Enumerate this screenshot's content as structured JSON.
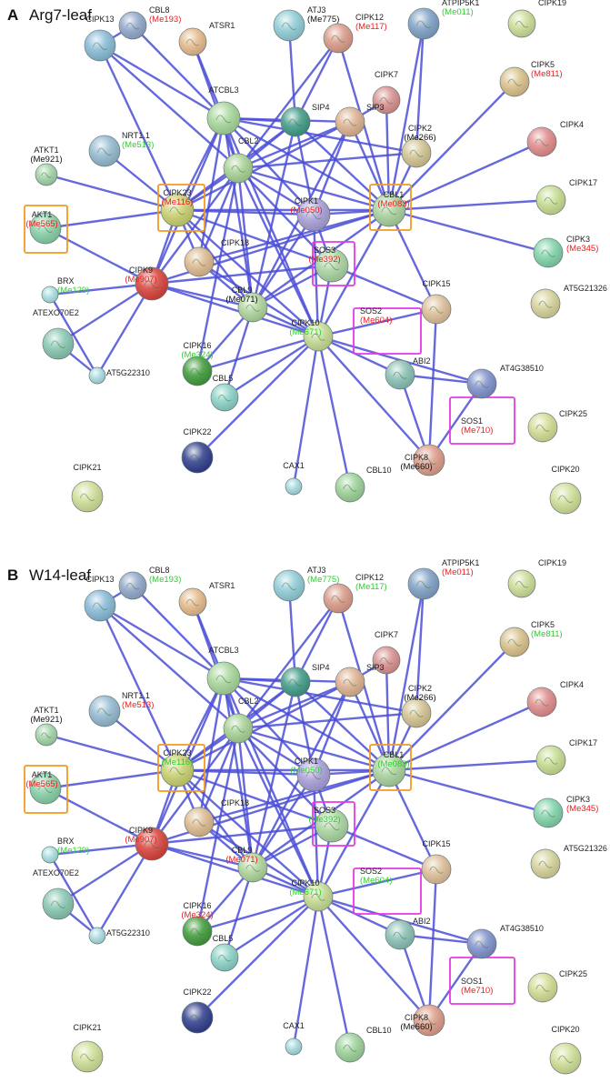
{
  "colors": {
    "edge": "#4b4fd6",
    "label": "#222222",
    "me_red": "#ee1c1c",
    "me_green": "#2bd12b",
    "me_black": "#111111",
    "box_orange": "#f39a1e",
    "box_magenta": "#e838e8"
  },
  "panels": [
    {
      "id": "A",
      "letter": "A",
      "title": "Arg7-leaf",
      "me": {
        "CBL8": "red",
        "ATJ3": "black",
        "CIPK12": "red",
        "ATPIP5K1": "green",
        "CIPK5": "red",
        "NRT1.1": "green",
        "CIPK2": "black",
        "ATKT1": "black",
        "CIPK23": "red",
        "CIPK1": "red",
        "CBL1": "red",
        "CIPK3": "red",
        "AKT1": "red",
        "SOS3": "red",
        "CIPK9": "red",
        "BRX": "green",
        "CBL9": "black",
        "SOS2": "red",
        "CIPK10": "green",
        "CIPK16": "green",
        "SOS1": "red",
        "CIPK8": "black"
      }
    },
    {
      "id": "B",
      "letter": "B",
      "title": "W14-leaf",
      "me": {
        "CBL8": "green",
        "ATJ3": "green",
        "CIPK12": "green",
        "ATPIP5K1": "red",
        "CIPK5": "green",
        "NRT1.1": "red",
        "CIPK2": "black",
        "ATKT1": "black",
        "CIPK23": "green",
        "CIPK1": "green",
        "CBL1": "green",
        "CIPK3": "red",
        "AKT1": "red",
        "SOS3": "green",
        "CIPK9": "red",
        "BRX": "green",
        "CBL9": "red",
        "SOS2": "green",
        "CIPK10": "green",
        "CIPK16": "red",
        "SOS1": "red",
        "CIPK8": "black"
      }
    }
  ],
  "nodes": [
    {
      "id": "CBL8",
      "label": "CBL8",
      "me_code": "Me193",
      "color": "#8fa6c9"
    },
    {
      "id": "CIPK13",
      "label": "CIPK13",
      "me_code": "",
      "color": "#86b9d6"
    },
    {
      "id": "ATSR1",
      "label": "ATSR1",
      "me_code": "",
      "color": "#e4b98a"
    },
    {
      "id": "ATJ3",
      "label": "ATJ3",
      "me_code": "Me775",
      "color": "#8fcbd6"
    },
    {
      "id": "CIPK12",
      "label": "CIPK12",
      "me_code": "Me117",
      "color": "#d99a88"
    },
    {
      "id": "ATPIP5K1",
      "label": "ATPIP5K1",
      "me_code": "Me011",
      "color": "#7ea0c6"
    },
    {
      "id": "CIPK19",
      "label": "CIPK19",
      "me_code": "",
      "color": "#cbdc96"
    },
    {
      "id": "CIPK5",
      "label": "CIPK5",
      "me_code": "Me811",
      "color": "#d9c08a"
    },
    {
      "id": "CIPK7",
      "label": "CIPK7",
      "me_code": "",
      "color": "#d88f8f"
    },
    {
      "id": "ATCBL3",
      "label": "ATCBL3",
      "me_code": "",
      "color": "#a6d69a"
    },
    {
      "id": "SIP4",
      "label": "SIP4",
      "me_code": "",
      "color": "#3f9a86"
    },
    {
      "id": "SIP3",
      "label": "SIP3",
      "me_code": "",
      "color": "#dcb08f"
    },
    {
      "id": "NRT1.1",
      "label": "NRT1.1",
      "me_code": "Me513",
      "color": "#93b9cf"
    },
    {
      "id": "CIPK2",
      "label": "CIPK2",
      "me_code": "Me266",
      "color": "#d2c291"
    },
    {
      "id": "CIPK4",
      "label": "CIPK4",
      "me_code": "",
      "color": "#e08a8a"
    },
    {
      "id": "ATKT1",
      "label": "ATKT1",
      "me_code": "Me921",
      "color": "#9fd3a6"
    },
    {
      "id": "CBL2",
      "label": "CBL2",
      "me_code": "",
      "color": "#a6d193"
    },
    {
      "id": "CIPK17",
      "label": "CIPK17",
      "me_code": "",
      "color": "#c6dc8f"
    },
    {
      "id": "CIPK23",
      "label": "CIPK23",
      "me_code": "Me116",
      "color": "#c9cf6f"
    },
    {
      "id": "CIPK1",
      "label": "CIPK1",
      "me_code": "Me050",
      "color": "#a89ed8"
    },
    {
      "id": "CBL1",
      "label": "CBL1",
      "me_code": "Me083",
      "color": "#a8d29c"
    },
    {
      "id": "AKT1",
      "label": "AKT1",
      "me_code": "Me565",
      "color": "#86cfa6"
    },
    {
      "id": "CIPK3",
      "label": "CIPK3",
      "me_code": "Me345",
      "color": "#7fd2a8"
    },
    {
      "id": "CIPK18",
      "label": "CIPK18",
      "me_code": "",
      "color": "#dcb98f"
    },
    {
      "id": "SOS3",
      "label": "SOS3",
      "me_code": "Me392",
      "color": "#a9d4a0"
    },
    {
      "id": "AT5G21326",
      "label": "AT5G21326",
      "me_code": "",
      "color": "#d5d19a"
    },
    {
      "id": "CIPK9",
      "label": "CIPK9",
      "me_code": "Me907",
      "color": "#d8413a"
    },
    {
      "id": "BRX",
      "label": "BRX",
      "me_code": "Me129",
      "color": "#a8dde0"
    },
    {
      "id": "CBL9",
      "label": "CBL9",
      "me_code": "Me071",
      "color": "#aed49b"
    },
    {
      "id": "CIPK15",
      "label": "CIPK15",
      "me_code": "",
      "color": "#ddbe98"
    },
    {
      "id": "ATEXO70E2",
      "label": "ATEXO70E2",
      "me_code": "",
      "color": "#86c5b0"
    },
    {
      "id": "SOS2",
      "label": "SOS2",
      "me_code": "Me604",
      "color": "#ffffff"
    },
    {
      "id": "CIPK10",
      "label": "CIPK10",
      "me_code": "Me671",
      "color": "#c3da93"
    },
    {
      "id": "ABI2",
      "label": "ABI2",
      "me_code": "",
      "color": "#88bfb3"
    },
    {
      "id": "CIPK16",
      "label": "CIPK16",
      "me_code": "Me324",
      "color": "#3f9a3a"
    },
    {
      "id": "AT5G22310",
      "label": "AT5G22310",
      "me_code": "",
      "color": "#a8dbe0"
    },
    {
      "id": "CBL5",
      "label": "CBL5",
      "me_code": "",
      "color": "#8ad1c6"
    },
    {
      "id": "AT4G38510",
      "label": "AT4G38510",
      "me_code": "",
      "color": "#7e8fca"
    },
    {
      "id": "SOS1",
      "label": "SOS1",
      "me_code": "Me710",
      "color": "#ffffff"
    },
    {
      "id": "CIPK8",
      "label": "CIPK8",
      "me_code": "Me660",
      "color": "#dd9b88"
    },
    {
      "id": "CIPK25",
      "label": "CIPK25",
      "me_code": "",
      "color": "#d4db93"
    },
    {
      "id": "CIPK22",
      "label": "CIPK22",
      "me_code": "",
      "color": "#2f3d8c"
    },
    {
      "id": "CAX1",
      "label": "CAX1",
      "me_code": "",
      "color": "#a5d9de"
    },
    {
      "id": "CBL10",
      "label": "CBL10",
      "me_code": "",
      "color": "#9bd198"
    },
    {
      "id": "CIPK21",
      "label": "CIPK21",
      "me_code": "",
      "color": "#cede96"
    },
    {
      "id": "CIPK20",
      "label": "CIPK20",
      "me_code": "",
      "color": "#cede96"
    }
  ],
  "edges": [
    [
      "CBL8",
      "CIPK13"
    ],
    [
      "CBL8",
      "ATCBL3"
    ],
    [
      "CIPK13",
      "ATCBL3"
    ],
    [
      "CIPK13",
      "CBL2"
    ],
    [
      "CIPK13",
      "CIPK23"
    ],
    [
      "ATSR1",
      "ATCBL3"
    ],
    [
      "ATSR1",
      "CBL2"
    ],
    [
      "ATJ3",
      "SIP4"
    ],
    [
      "CIPK12",
      "SIP4"
    ],
    [
      "CIPK12",
      "CBL2"
    ],
    [
      "CIPK12",
      "CBL1"
    ],
    [
      "ATPIP5K1",
      "CBL1"
    ],
    [
      "ATPIP5K1",
      "CIPK2"
    ],
    [
      "CIPK7",
      "CBL1"
    ],
    [
      "CIPK7",
      "SIP3"
    ],
    [
      "CIPK5",
      "CBL1"
    ],
    [
      "ATCBL3",
      "SIP4"
    ],
    [
      "ATCBL3",
      "SIP3"
    ],
    [
      "ATCBL3",
      "CBL2"
    ],
    [
      "ATCBL3",
      "CIPK23"
    ],
    [
      "ATCBL3",
      "CIPK1"
    ],
    [
      "ATCBL3",
      "CBL1"
    ],
    [
      "ATCBL3",
      "CIPK18"
    ],
    [
      "ATCBL3",
      "CBL9"
    ],
    [
      "ATCBL3",
      "CIPK10"
    ],
    [
      "ATCBL3",
      "CIPK9"
    ],
    [
      "ATCBL3",
      "CIPK2"
    ],
    [
      "SIP4",
      "CBL2"
    ],
    [
      "SIP4",
      "CBL1"
    ],
    [
      "SIP4",
      "CIPK1"
    ],
    [
      "SIP4",
      "CBL9"
    ],
    [
      "SIP4",
      "CIPK23"
    ],
    [
      "SIP3",
      "CBL2"
    ],
    [
      "SIP3",
      "CBL1"
    ],
    [
      "SIP3",
      "CBL9"
    ],
    [
      "SIP3",
      "CIPK23"
    ],
    [
      "SIP3",
      "CIPK1"
    ],
    [
      "NRT1.1",
      "CIPK23"
    ],
    [
      "CIPK2",
      "CBL1"
    ],
    [
      "CIPK2",
      "CBL2"
    ],
    [
      "CIPK4",
      "CBL1"
    ],
    [
      "ATKT1",
      "CIPK23"
    ],
    [
      "CBL2",
      "CIPK23"
    ],
    [
      "CBL2",
      "CIPK1"
    ],
    [
      "CBL2",
      "CBL1"
    ],
    [
      "CBL2",
      "CIPK18"
    ],
    [
      "CBL2",
      "CBL9"
    ],
    [
      "CBL2",
      "CIPK10"
    ],
    [
      "CBL2",
      "CIPK16"
    ],
    [
      "CBL2",
      "CIPK9"
    ],
    [
      "CBL2",
      "SOS3"
    ],
    [
      "CIPK17",
      "CBL1"
    ],
    [
      "CIPK3",
      "CBL1"
    ],
    [
      "CIPK23",
      "CIPK1"
    ],
    [
      "CIPK23",
      "CBL1"
    ],
    [
      "CIPK23",
      "AKT1"
    ],
    [
      "CIPK23",
      "CIPK18"
    ],
    [
      "CIPK23",
      "CBL9"
    ],
    [
      "CIPK23",
      "CIPK10"
    ],
    [
      "CIPK23",
      "CIPK9"
    ],
    [
      "CIPK23",
      "SOS3"
    ],
    [
      "CIPK1",
      "CBL1"
    ],
    [
      "CIPK1",
      "CBL9"
    ],
    [
      "CIPK1",
      "CIPK10"
    ],
    [
      "CIPK1",
      "SOS3"
    ],
    [
      "CBL1",
      "CBL9"
    ],
    [
      "CBL1",
      "CIPK10"
    ],
    [
      "CBL1",
      "SOS2"
    ],
    [
      "CBL1",
      "CIPK15"
    ],
    [
      "CBL1",
      "CIPK9"
    ],
    [
      "CBL1",
      "CIPK18"
    ],
    [
      "AKT1",
      "CIPK9"
    ],
    [
      "CIPK18",
      "CBL9"
    ],
    [
      "CIPK18",
      "CIPK10"
    ],
    [
      "SOS3",
      "CIPK10"
    ],
    [
      "SOS3",
      "CBL9"
    ],
    [
      "SOS3",
      "CIPK9"
    ],
    [
      "SOS3",
      "CIPK15"
    ],
    [
      "SOS3",
      "SOS2"
    ],
    [
      "CIPK9",
      "BRX"
    ],
    [
      "CIPK9",
      "ATEXO70E2"
    ],
    [
      "CIPK9",
      "AT5G22310"
    ],
    [
      "CIPK9",
      "CBL9"
    ],
    [
      "CIPK9",
      "CIPK10"
    ],
    [
      "ATEXO70E2",
      "AT5G22310"
    ],
    [
      "BRX",
      "AT5G22310"
    ],
    [
      "CBL9",
      "CIPK10"
    ],
    [
      "CBL9",
      "CBL5"
    ],
    [
      "CBL9",
      "CIPK16"
    ],
    [
      "CIPK15",
      "CIPK10"
    ],
    [
      "SOS2",
      "CIPK10"
    ],
    [
      "SOS2",
      "ABI2"
    ],
    [
      "CIPK10",
      "ABI2"
    ],
    [
      "CIPK10",
      "CBL5"
    ],
    [
      "CIPK10",
      "CAX1"
    ],
    [
      "CIPK10",
      "CBL10"
    ],
    [
      "CIPK10",
      "CIPK8"
    ],
    [
      "CIPK10",
      "AT4G38510"
    ],
    [
      "CIPK10",
      "CIPK16"
    ],
    [
      "CIPK10",
      "CIPK22"
    ],
    [
      "ABI2",
      "CIPK8"
    ],
    [
      "ABI2",
      "AT4G38510"
    ],
    [
      "CIPK8",
      "SOS1"
    ],
    [
      "CIPK8",
      "AT4G38510"
    ],
    [
      "CIPK8",
      "CIPK15"
    ]
  ]
}
